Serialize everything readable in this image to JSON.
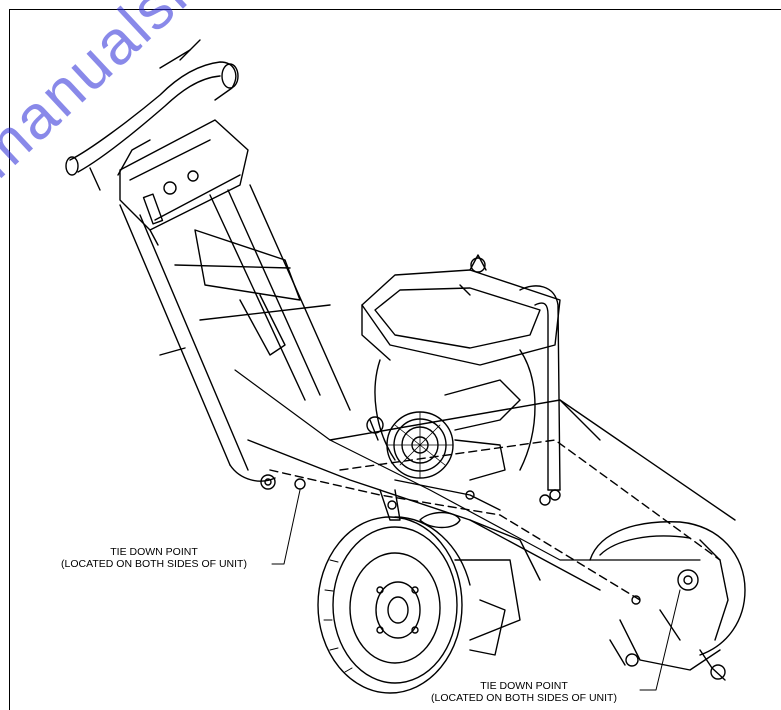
{
  "callouts": [
    {
      "line1": "TIE DOWN POINT",
      "line2": "(LOCATED ON BOTH SIDES OF UNIT)"
    },
    {
      "line1": "TIE DOWN POINT",
      "line2": "(LOCATED ON BOTH SIDES OF UNIT)"
    }
  ],
  "watermark": "manualslib.com",
  "colors": {
    "line": "#000000",
    "background": "#ffffff",
    "watermark": "#2a2ad8"
  },
  "subject": "stump-grinder-line-drawing"
}
